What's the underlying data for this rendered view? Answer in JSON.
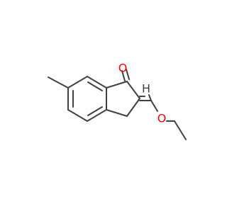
{
  "molecule": {
    "atom_labels": {
      "carbonyl_oxygen": "O",
      "ether_oxygen": "O",
      "vinyl_hydrogen": "H"
    }
  },
  "colors": {
    "bond": "#404040",
    "oxygen": "#ff0000",
    "hydrogen": "#404040",
    "background": "#ffffff"
  }
}
